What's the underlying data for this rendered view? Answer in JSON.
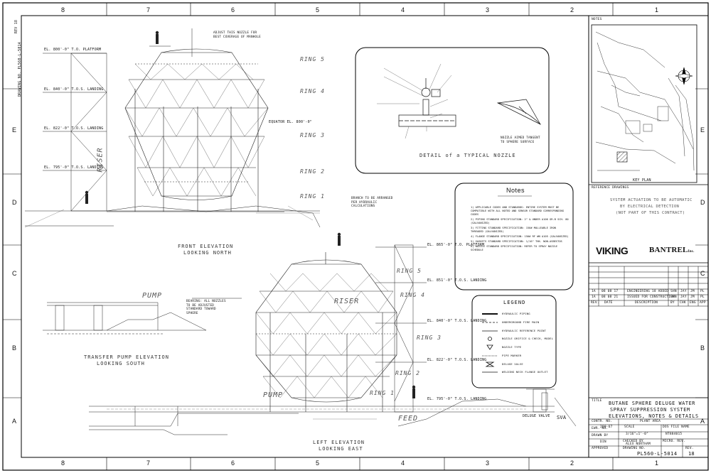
{
  "zones": {
    "cols": [
      "8",
      "7",
      "6",
      "5",
      "4",
      "3",
      "2",
      "1"
    ],
    "rows": [
      "E",
      "D",
      "C",
      "B",
      "A"
    ]
  },
  "drawing_no_side": "DRAWING NO. PL560-L-5014",
  "rev_side": "REV 18",
  "views": {
    "front_title": "FRONT ELEVATION",
    "front_sub": "LOOKING NORTH",
    "left_title": "LEFT ELEVATION",
    "left_sub": "LOOKING EAST",
    "pump_title": "TRANSFER PUMP ELEVATION",
    "pump_sub": "LOOKING SOUTH",
    "nozzle_title": "DETAIL of a TYPICAL NOZZLE",
    "pump_label": "PUMP",
    "feed_label": "FEED",
    "riser_label": "RISER",
    "key_plan": "KEY PLAN"
  },
  "rings": [
    "RING 5",
    "RING 4",
    "RING 3",
    "RING 2",
    "RING 1"
  ],
  "front_levels": [
    "EL. 800'-0\" T.O. PLATFORM",
    "EL. 840'-0\" T.O.S. LANDING",
    "EL. 822'-0\" T.O.S. LANDING",
    "EL. 795'-0\" T.O.S. LANDING"
  ],
  "left_levels": [
    "EL. 865'-0\" T.O. PLATFORM",
    "EL. 851'-0\" T.O.S. LANDING",
    "EL. 840'-0\" T.O.S. LANDING",
    "EL. 822'-0\" T.O.S. LANDING",
    "EL. 795'-0\" T.O.S. LANDING"
  ],
  "notes_box": {
    "title": "Notes",
    "items": [
      "1) APPLICABLE CODES AND STANDARDS: ENTIRE SYSTEM MUST BE COMPATIBLE WITH ALL NOTED AND SENSOR STANDARD CORRESPONDING CODES",
      "2) PIPING STANDARD SPECIFICATION: 2\" & UNDER A106 GR.B SCH. 80 (GALVANIZED)",
      "3) FITTING STANDARD SPECIFICATION: 150# MALLEABLE IRON THREADED (GALVANIZED)",
      "4) FLANGE STANDARD SPECIFICATION: 150# RF WN A105 (GALVANIZED)",
      "5) GASKETS STANDARD SPECIFICATION: 1/16\" THK. NON-ASBESTOS",
      "6) NOZZLE STANDARD SPECIFICATION: REFER TO SPRAY NOZZLE SCHEDULE"
    ]
  },
  "legend": {
    "title": "LEGEND",
    "items": [
      "HYDRAULIC PIPING",
      "UNDERGROUND FIRE MAIN",
      "HYDRAULIC REFERENCE POINT",
      "NOZZLE ORIFICE & CHECK, MODEL",
      "NOZZLE TYPE",
      "PIPE MARKER",
      "DELUGE VALVE",
      "WELDING NECK FLANGE OUTLET"
    ]
  },
  "reference_drawings": "REFERENCE DRAWINGS",
  "system_note": [
    "SYSTEM ACTUATION TO BE AUTOMATIC",
    "BY ELECTRICAL DETECTION",
    "(NOT PART OF THIS CONTRACT)"
  ],
  "notes_label": "NOTES",
  "logo_left": "VIKING",
  "logo_right": "BANTREL",
  "logo_right_suffix": "Inc.",
  "revisions": [
    {
      "rev": "1A",
      "date": "08 08 17",
      "desc": "ENGINEERING 18 ADDED",
      "by": "SHN",
      "chk": "JAY",
      "eng": "JM",
      "appr": "PL"
    },
    {
      "rev": "1A",
      "date": "08 08 21",
      "desc": "ISSUED FOR CONSTRUCTION",
      "by": "SHN",
      "chk": "JAY",
      "eng": "JM",
      "appr": "PL"
    }
  ],
  "rev_headers": {
    "rev": "REV.",
    "date": "DATE",
    "desc": "DESCRIPTION",
    "by": "BY",
    "chk": "CHK",
    "eng": "ENG",
    "appr": "APP"
  },
  "title_label": "TITLE",
  "title_lines": [
    "BUTANE SPHERE DELUGE WATER",
    "SPRAY SUPPRESSION SYSTEM",
    "ELEVATIONS, NOTES & DETAILS"
  ],
  "title_fields": {
    "contract_label": "CONTR. NO.",
    "contract_value": "200-67",
    "plant_area_label": "PLANT AREA",
    "ewr_label": "EWR. NO.",
    "scale_label": "SCALE",
    "scale_value": "3/16\"=1'-0\"",
    "dos_label": "DOS FILE NAME",
    "dos_value": "NT884015",
    "drawn_label": "DRAWN BY",
    "drawn_value": "DIN",
    "checked_label": "CHECKED BY",
    "checked_value": "ALEX NORTHAM",
    "micro_label": "MICRO. REV.",
    "approved_label": "APPROVED",
    "drawing_no_label": "DRAWING NO.",
    "drawing_no_value": "PL560-L-5014",
    "rev_label": "REV.",
    "rev_value": "18"
  },
  "misc": {
    "bearing_note": "BEARING: ALL NOZZLES TO BE ADJUSTED STANDARD TOWARD SPHERE",
    "adjust_note": "ADJUST THIS NOZZLE FOR BEST COVERAGE OF MANHOLE",
    "nozzle_note": "NOZZLE AIMED TANGENT TO SPHERE SURFACE",
    "hydraulic_note": "BRANCH TO BE ARRANGED PER HYDRAULIC CALCULATIONS",
    "deluge_valve": "DELUGE VALVE",
    "equator": "EQUATOR EL. 800'-0\"",
    "sva": "SVA"
  }
}
